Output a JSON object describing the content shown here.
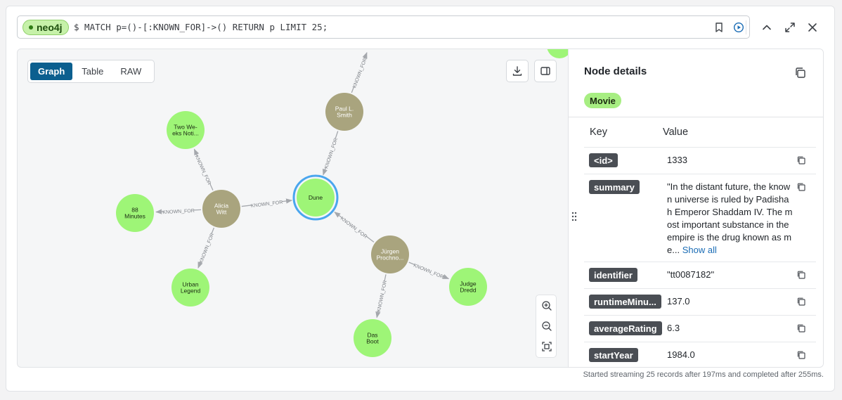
{
  "query_bar": {
    "badge": "neo4j",
    "query": "$ MATCH p=()-[:KNOWN_FOR]->() RETURN p LIMIT 25;",
    "icons": [
      "bookmark-icon",
      "play-icon"
    ]
  },
  "window_controls": {
    "icons": [
      "chevron-up-icon",
      "expand-icon",
      "close-icon"
    ]
  },
  "view_tabs": [
    {
      "label": "Graph",
      "active": true
    },
    {
      "label": "Table",
      "active": false
    },
    {
      "label": "RAW",
      "active": false
    }
  ],
  "graph": {
    "edge_label": "KNOWN_FOR",
    "nodes": [
      {
        "id": "paul",
        "lines": [
          "Paul L.",
          "Smith"
        ],
        "type": "person"
      },
      {
        "id": "alicia",
        "lines": [
          "Alicia",
          "Witt"
        ],
        "type": "person"
      },
      {
        "id": "jurgen",
        "lines": [
          "Jürgen",
          "Prochno..."
        ],
        "type": "person"
      },
      {
        "id": "dune",
        "lines": [
          "Dune"
        ],
        "type": "movie",
        "selected": true
      },
      {
        "id": "twoweeks",
        "lines": [
          "Two We-",
          "eks Noti..."
        ],
        "type": "movie"
      },
      {
        "id": "88min",
        "lines": [
          "88",
          "Minutes"
        ],
        "type": "movie"
      },
      {
        "id": "urban",
        "lines": [
          "Urban",
          "Legend"
        ],
        "type": "movie"
      },
      {
        "id": "judge",
        "lines": [
          "Judge",
          "Dredd"
        ],
        "type": "movie"
      },
      {
        "id": "dasboot",
        "lines": [
          "Das",
          "Boot"
        ],
        "type": "movie"
      }
    ],
    "colors": {
      "person": "#a9a47e",
      "movie": "#9ef577",
      "selected_ring": "#4aa6ee",
      "edge": "#a5a8ad"
    }
  },
  "node_details": {
    "title": "Node details",
    "label": "Movie",
    "key_header": "Key",
    "value_header": "Value",
    "properties": [
      {
        "key": "<id>",
        "value": "1333"
      },
      {
        "key": "summary",
        "value": "\"In the distant future, the known universe is ruled by Padishah Emperor Shaddam IV. The most important substance in the empire is the drug known as me...",
        "more": "Show all"
      },
      {
        "key": "identifier",
        "value": "\"tt0087182\""
      },
      {
        "key": "runtimeMinu...",
        "value": "137.0"
      },
      {
        "key": "averageRating",
        "value": "6.3"
      },
      {
        "key": "startYear",
        "value": "1984.0"
      }
    ]
  },
  "footer": "Started streaming 25 records after 197ms and completed after 255ms."
}
